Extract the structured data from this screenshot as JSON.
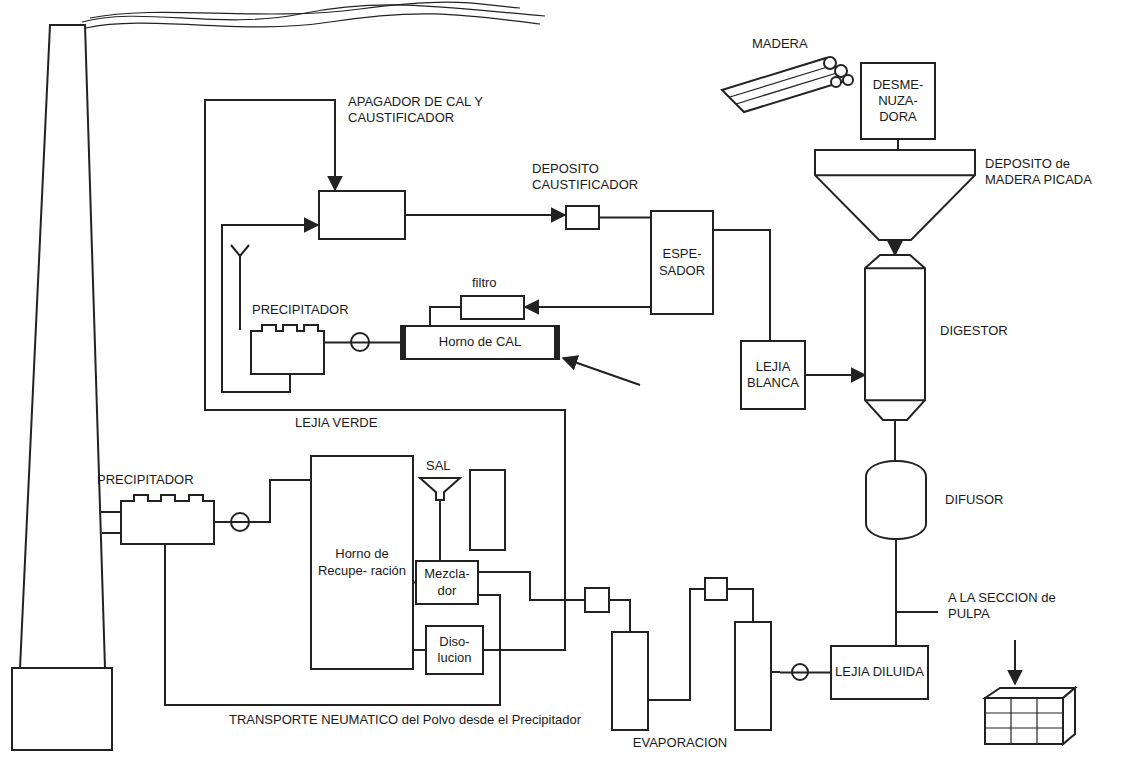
{
  "diagram": {
    "nodes": [
      {
        "text": [
          "DESME- NUZA- DORA"
        ]
      },
      {
        "text": [
          "DEPOSITO de MADERA PICADA"
        ]
      },
      {
        "text": [
          "APAGADOR DE CAL Y CAUSTIFICADOR"
        ]
      },
      {
        "text": [
          "DEPOSITO CAUSTIFICADOR"
        ]
      },
      {
        "text": [
          "ESPE- SADOR"
        ]
      },
      {
        "text": [
          "PRECIPITADOR"
        ]
      },
      {
        "text": [
          "filtro"
        ]
      },
      {
        "text": [
          "Horno de CAL"
        ]
      },
      {
        "text": [
          "LEJIA BLANCA"
        ]
      },
      {
        "text": [
          "DIGESTOR"
        ]
      },
      {
        "text": [
          "DIFUSOR"
        ]
      },
      {
        "text": [
          "PRECIPITADOR"
        ]
      },
      {
        "text": [
          "Horno de Recupe- ración"
        ]
      },
      {
        "text": [
          "SAL"
        ]
      },
      {
        "text": [
          "Mezcla- dor"
        ]
      },
      {
        "text": [
          "Diso- lucion"
        ]
      },
      {
        "text": [
          "LEJIA DILUIDA"
        ]
      },
      {
        "text": [
          "EVAPORACION"
        ]
      }
    ],
    "edges": [
      {
        "from": 0,
        "to": 1,
        "arrow": "none"
      },
      {
        "from": 1,
        "to": 9,
        "arrow": "to"
      },
      {
        "from": 8,
        "to": 9,
        "arrow": "to"
      },
      {
        "from": 9,
        "to": 10,
        "arrow": "none"
      },
      {
        "from": 10,
        "to": 16,
        "arrow": "none"
      },
      {
        "from": 16,
        "to": 17,
        "arrow": "none"
      },
      {
        "from": 17,
        "to": 14,
        "arrow": "none"
      },
      {
        "from": 13,
        "to": 14,
        "arrow": "none"
      },
      {
        "from": 14,
        "to": 12,
        "arrow": "none"
      },
      {
        "from": 12,
        "to": 15,
        "arrow": "none"
      },
      {
        "from": 12,
        "to": 11,
        "arrow": "none"
      },
      {
        "from": 11,
        "to": 14,
        "arrow": "none"
      },
      {
        "from": 15,
        "to": 2,
        "label": "LEJIA VERDE",
        "arrow": "to"
      },
      {
        "from": 2,
        "to": 3,
        "arrow": "to"
      },
      {
        "from": 3,
        "to": 4,
        "arrow": "none"
      },
      {
        "from": 4,
        "to": 8,
        "arrow": "none"
      },
      {
        "from": 4,
        "to": 6,
        "arrow": "to"
      },
      {
        "from": 6,
        "to": 7,
        "arrow": "none"
      },
      {
        "from": 7,
        "to": 5,
        "arrow": "none"
      },
      {
        "from": 5,
        "to": 2,
        "arrow": "to"
      }
    ],
    "labels": [
      "MADERA",
      "A LA SECCION de PULPA",
      "TRANSPORTE NEUMATICO del Polvo desde el Precipitador"
    ]
  }
}
